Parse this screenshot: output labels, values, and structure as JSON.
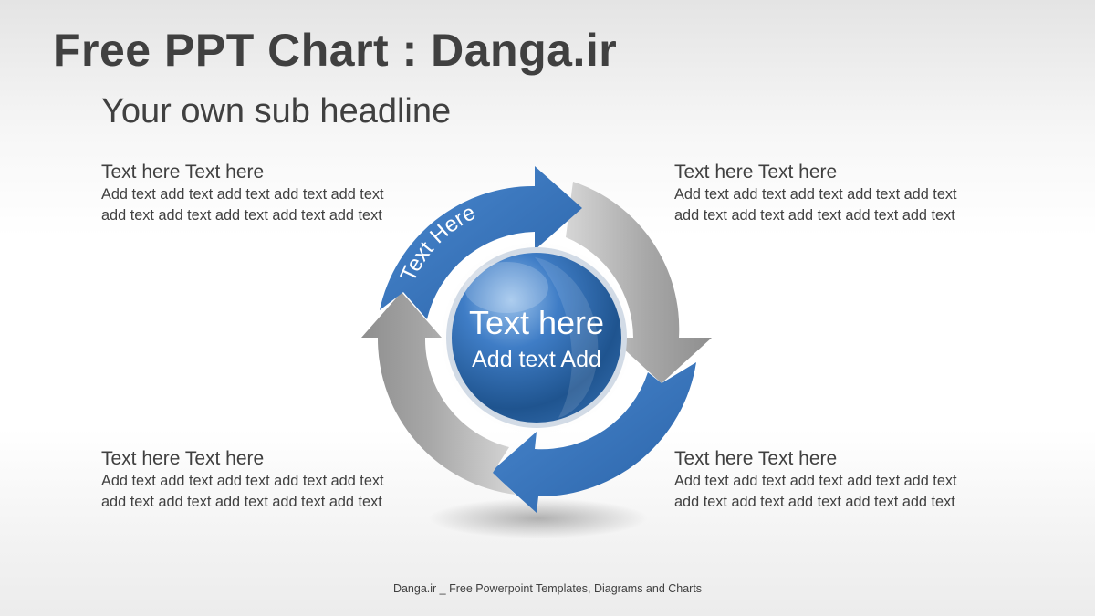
{
  "title": "Free PPT Chart : Danga.ir",
  "subtitle": "Your own sub headline",
  "blocks": {
    "top_left": {
      "heading": "Text here Text here",
      "line1": "Add text add text add text add text add text",
      "line2": "add text add text add text add text add text"
    },
    "top_right": {
      "heading": "Text here Text here",
      "line1": "Add text add text add text add text add text",
      "line2": "add text add text add text add text add text"
    },
    "bottom_left": {
      "heading": "Text here Text here",
      "line1": "Add text add text add text add text add text",
      "line2": "add text add text add text add text add text"
    },
    "bottom_right": {
      "heading": "Text here Text here",
      "line1": "Add text add text add text add text add text",
      "line2": "add text add text add text add text add text"
    }
  },
  "cycle": {
    "arrow_label": "Text Here",
    "center_title": "Text here",
    "center_text": "Add text Add",
    "colors": {
      "blue": "#2f6db4",
      "gray": "#a9a9a9",
      "text": "#404040"
    }
  },
  "footer": "Danga.ir _ Free Powerpoint Templates, Diagrams and Charts"
}
